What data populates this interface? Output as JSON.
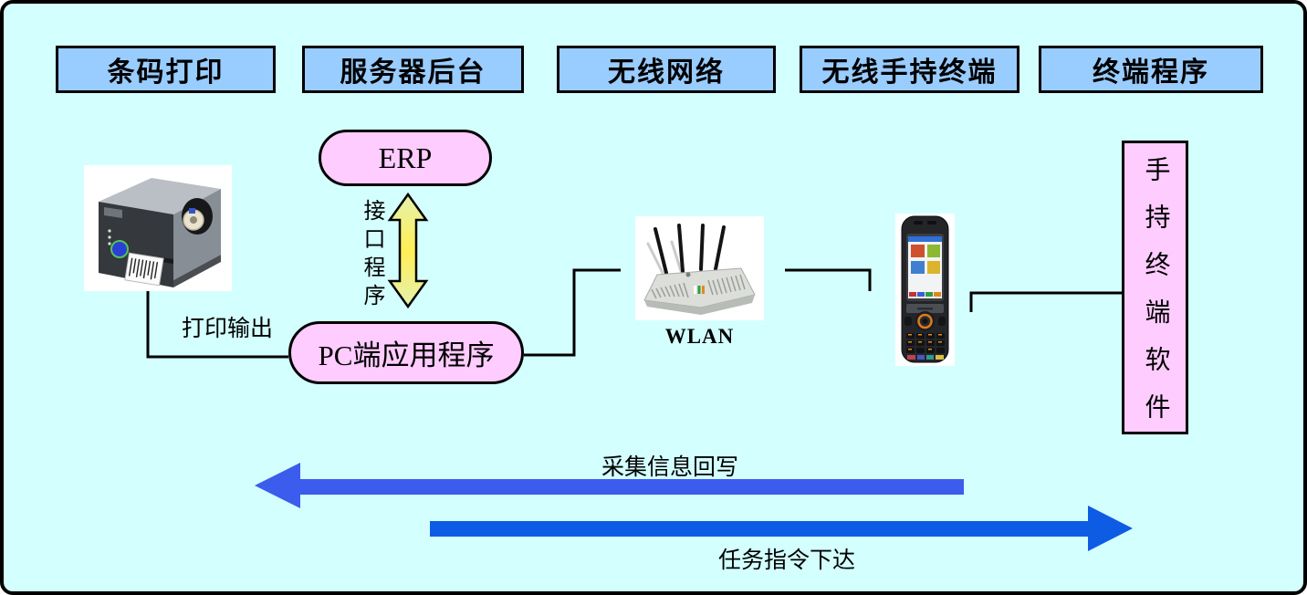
{
  "headers": [
    {
      "label": "条码打印"
    },
    {
      "label": "服务器后台"
    },
    {
      "label": "无线网络"
    },
    {
      "label": "无线手持终端"
    },
    {
      "label": "终端程序"
    }
  ],
  "nodes": {
    "erp": {
      "label": "ERP"
    },
    "interface_program": {
      "label": "接口程序"
    },
    "pc_application": {
      "label": "PC端应用程序"
    },
    "handheld_software": {
      "label": "手持终端软件"
    }
  },
  "labels": {
    "print_output": "打印输出",
    "wlan": "WLAN",
    "collect_writeback": "采集信息回写",
    "task_dispatch": "任务指令下达"
  },
  "images": {
    "printer": "barcode-printer-photo",
    "router": "wlan-router-photo",
    "handheld": "handheld-terminal-photo"
  },
  "colors": {
    "background": "#d4ffff",
    "header_fill": "#99ccff",
    "node_fill": "#ffccff",
    "interface_arrow_yellow": "#ffee55",
    "writeback_arrow_blue": "#3b5cec",
    "dispatch_arrow_blue": "#0e5be4",
    "border": "#000000"
  }
}
